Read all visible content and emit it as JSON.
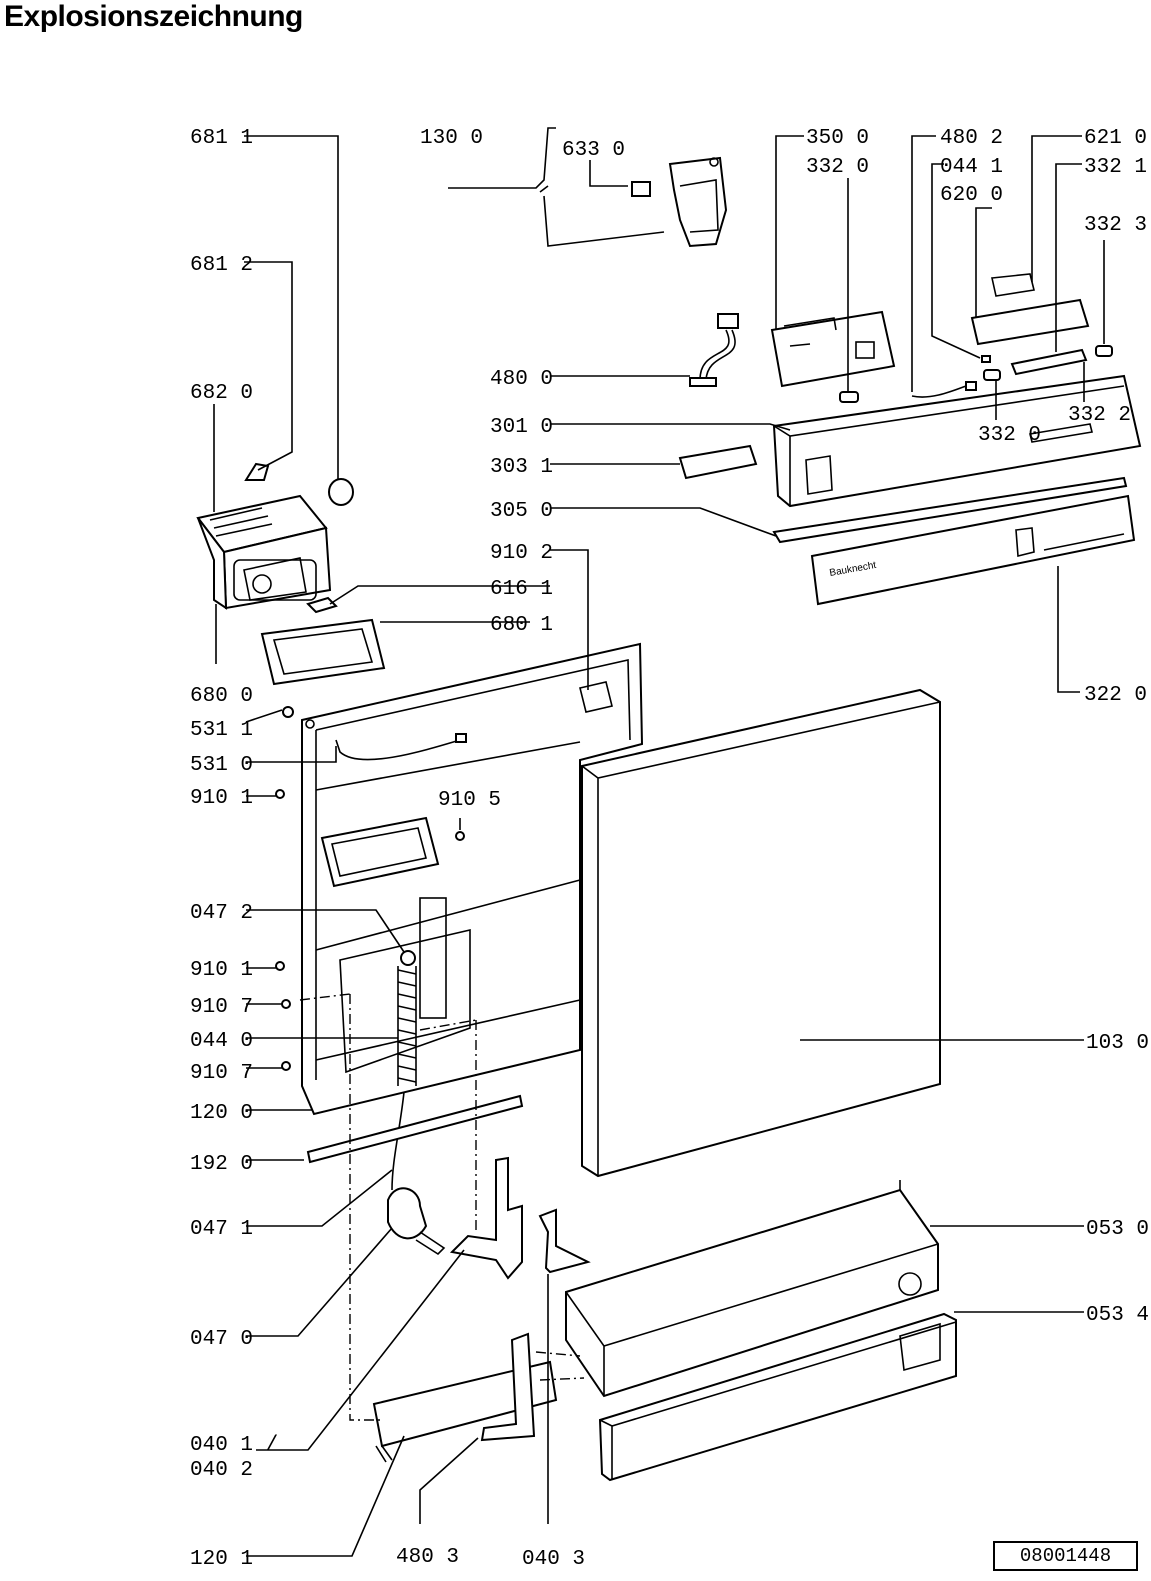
{
  "title": "Explosionszeichnung",
  "drawing_number": "08001448",
  "brand_on_panel": "Bauknecht",
  "callouts": {
    "c681_1": "681 1",
    "c681_2": "681 2",
    "c682_0": "682 0",
    "c680_0": "680 0",
    "c531_1": "531 1",
    "c531_0": "531 0",
    "c910_1a": "910 1",
    "c047_2": "047 2",
    "c910_1b": "910 1",
    "c910_7a": "910 7",
    "c044_0": "044 0",
    "c910_7b": "910 7",
    "c120_0": "120 0",
    "c192_0": "192 0",
    "c047_1": "047 1",
    "c047_0": "047 0",
    "c040_1": "040 1 /",
    "c040_2": "040 2",
    "c120_1": "120 1",
    "c480_3": "480 3",
    "c040_3": "040 3",
    "c130_0": "130 0",
    "c633_0": "633 0",
    "c480_0": "480 0",
    "c301_0": "301 0",
    "c303_1": "303 1",
    "c305_0": "305 0",
    "c910_2": "910 2",
    "c616_1": "616 1",
    "c680_1": "680 1",
    "c910_5": "910 5",
    "c350_0": "350 0",
    "c332_0a": "332 0",
    "c480_2": "480 2",
    "c044_1": "044 1",
    "c620_0": "620 0",
    "c621_0": "621 0",
    "c332_1": "332 1",
    "c332_3": "332 3",
    "c332_0b": "332 0",
    "c332_2": "332 2",
    "c322_0": "322 0",
    "c103_0": "103 0",
    "c053_0": "053 0",
    "c053_4": "053 4"
  }
}
